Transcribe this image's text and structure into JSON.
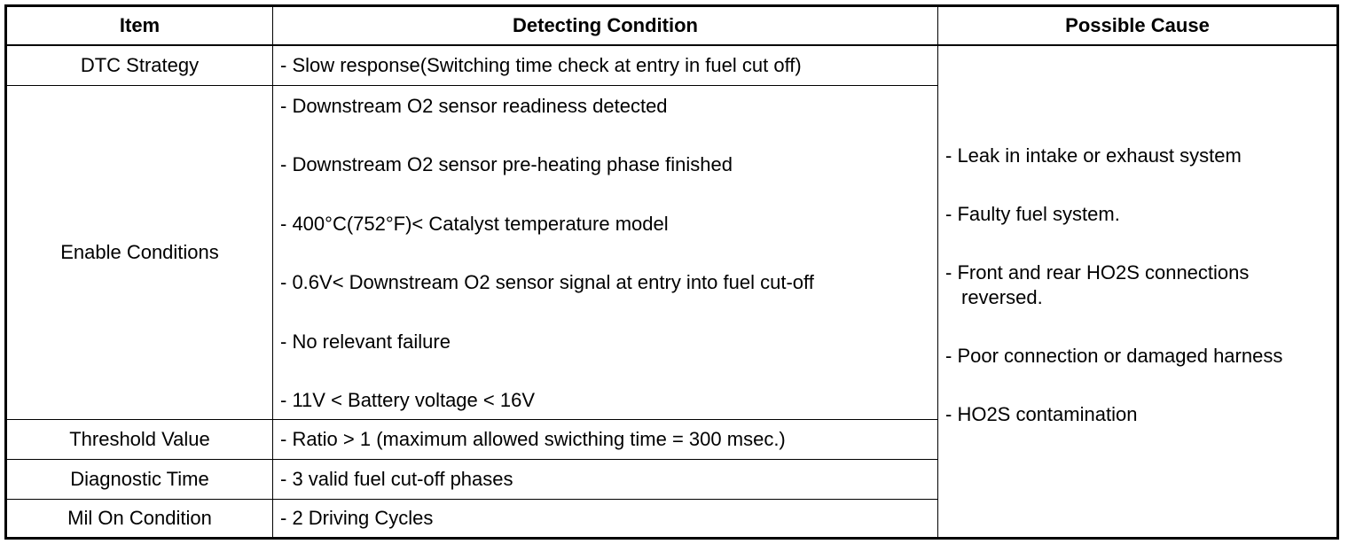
{
  "headers": {
    "item": "Item",
    "condition": "Detecting Condition",
    "cause": "Possible Cause"
  },
  "rows": {
    "dtc_strategy": {
      "item": "DTC Strategy",
      "condition": "- Slow response(Switching time check at entry in fuel cut off)"
    },
    "enable_conditions": {
      "item": "Enable Conditions",
      "conditions": [
        "- Downstream O2 sensor readiness detected",
        "- Downstream O2 sensor pre-heating phase finished",
        "- 400°C(752°F)< Catalyst temperature model",
        "- 0.6V< Downstream O2 sensor signal at entry into fuel cut-off",
        "- No relevant failure",
        "- 11V < Battery voltage < 16V"
      ]
    },
    "threshold_value": {
      "item": "Threshold Value",
      "condition": "- Ratio > 1 (maximum allowed swicthing time = 300 msec.)"
    },
    "diagnostic_time": {
      "item": "Diagnostic Time",
      "condition": "- 3 valid fuel cut-off phases"
    },
    "mil_on": {
      "item": "Mil On Condition",
      "condition": "- 2 Driving Cycles"
    }
  },
  "possible_causes": [
    {
      "line1": "- Leak in intake or exhaust system",
      "line2": ""
    },
    {
      "line1": "- Faulty fuel system.",
      "line2": ""
    },
    {
      "line1": "- Front and rear HO2S connections",
      "line2": "reversed."
    },
    {
      "line1": "- Poor connection or damaged harness",
      "line2": ""
    },
    {
      "line1": "- HO2S contamination",
      "line2": ""
    }
  ]
}
